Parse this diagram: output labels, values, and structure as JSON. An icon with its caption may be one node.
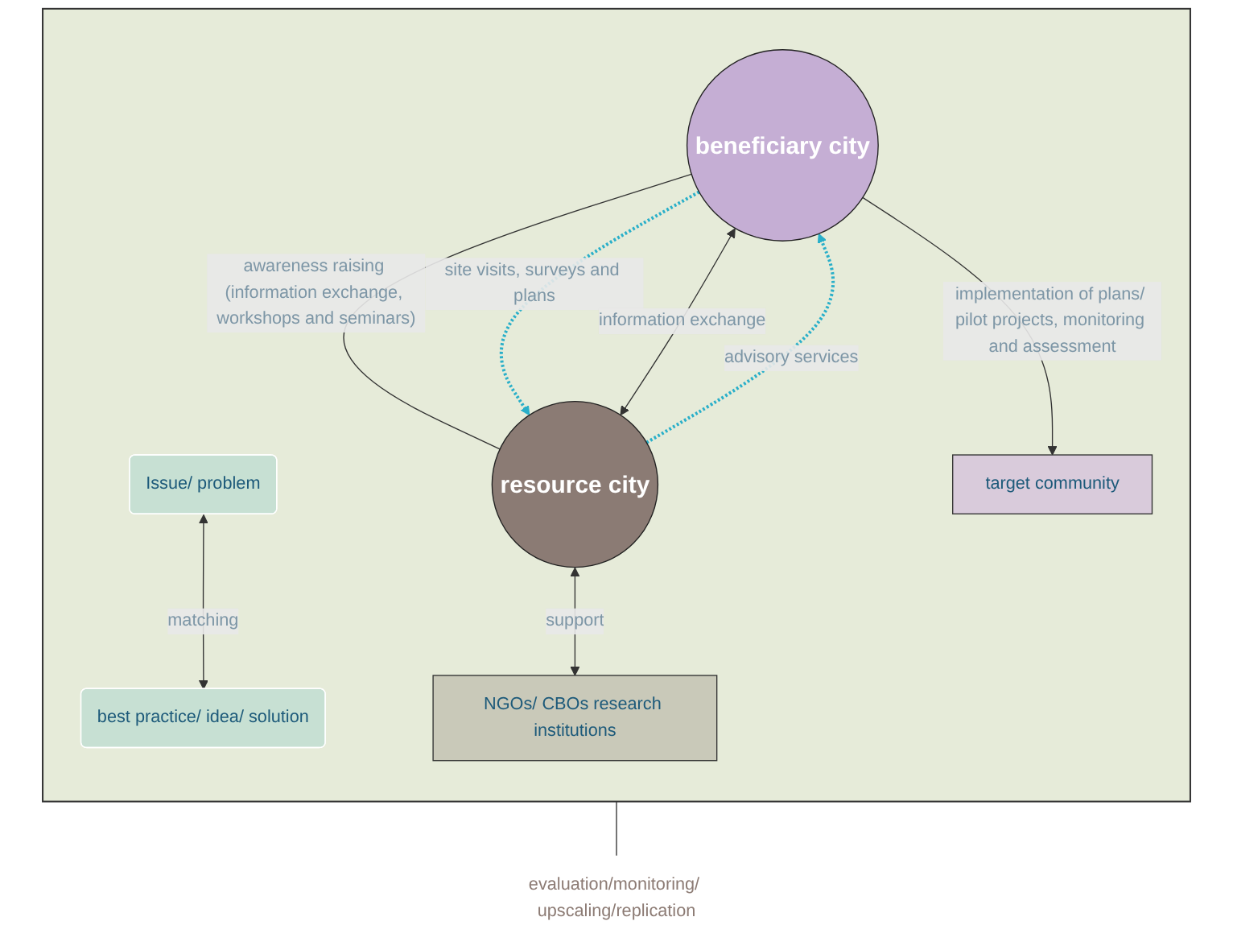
{
  "diagram": {
    "nodes": [
      {
        "text": [],
        "shape": "box"
      },
      {
        "text": [
          "beneficiary city"
        ],
        "in": 0
      },
      {
        "text": [
          "Issue/ problem"
        ],
        "in": 0
      },
      {
        "text": [
          "best practice/ idea/ solution"
        ],
        "in": 0
      },
      {
        "text": [
          "resource city"
        ],
        "in": 0
      },
      {
        "text": [
          "target community"
        ],
        "in": 0
      },
      {
        "text": [
          "NGOs/ CBOs research institutions"
        ],
        "in": 0
      },
      {
        "text": [
          "evaluation/monitoring/ upscaling/replication"
        ]
      }
    ],
    "edges": [
      {
        "from": 1,
        "to": 4,
        "arrow": "none",
        "label": "awareness raising (information exchange, workshops and seminars)"
      },
      {
        "from": 1,
        "to": 4,
        "arrow": "to",
        "style": "dashed",
        "color": "#29afc9",
        "label": "site visits, surveys and plans"
      },
      {
        "from": 2,
        "to": 3,
        "arrow": "both",
        "label": "matching"
      },
      {
        "from": 1,
        "to": 4,
        "arrow": "both",
        "label": "information exchange"
      },
      {
        "from": 4,
        "to": 1,
        "arrow": "to",
        "style": "dashed",
        "color": "#29afc9",
        "label": "advisory services"
      },
      {
        "from": 1,
        "to": 5,
        "arrow": "to",
        "label": "implementation of plans/ pilot projects, monitoring and assessment"
      },
      {
        "from": 4,
        "to": 6,
        "arrow": "both",
        "label": "support"
      },
      {
        "from": 0,
        "to": 7,
        "arrow": "none"
      }
    ]
  }
}
